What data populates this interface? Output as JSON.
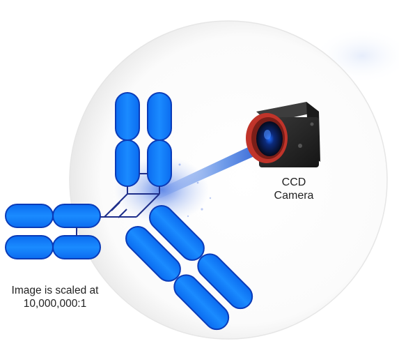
{
  "labels": {
    "camera_line1": "CCD",
    "camera_line2": "Camera",
    "scale_line1": "Image is scaled at",
    "scale_line2": "10,000,000:1"
  },
  "colors": {
    "segment_fill": "#0a7bff",
    "segment_stroke": "#0a3bb8",
    "hinge_line": "#1f2f8a",
    "beam": "#2f6fe0",
    "camera_body": "#2b2b2b",
    "lens_ring": "#c0342a",
    "circle_edge": "#e4e4e4"
  },
  "icons": {
    "antibody": "antibody-y-shape-icon",
    "camera": "ccd-camera-icon",
    "light": "light-beam-icon"
  }
}
